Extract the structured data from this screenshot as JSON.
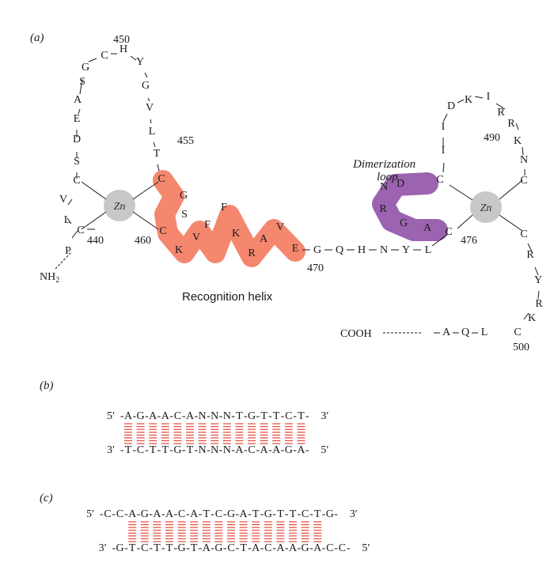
{
  "panels": {
    "a": "(a)",
    "b": "(b)",
    "c": "(c)"
  },
  "protein": {
    "zn1": {
      "element": "Zn",
      "residues": [
        "C",
        "C",
        "C",
        "C"
      ]
    },
    "zn2": {
      "element": "Zn"
    },
    "left_loop": [
      "P",
      "C",
      "L",
      "V",
      "C",
      "S",
      "D",
      "E",
      "A",
      "S",
      "G",
      "C",
      "H",
      "Y",
      "G",
      "V",
      "L",
      "T",
      "C"
    ],
    "helix": [
      "C",
      "K",
      "V",
      "F",
      "F",
      "K",
      "R",
      "A",
      "V",
      "E"
    ],
    "helix_extra": [
      "G",
      "S"
    ],
    "linker": [
      "G",
      "Q",
      "H",
      "N",
      "Y",
      "L"
    ],
    "dimer_loop": [
      "C",
      "A",
      "G",
      "R",
      "N",
      "D"
    ],
    "right_top": [
      "C",
      "I",
      "I",
      "D",
      "K",
      "I",
      "R",
      "R",
      "K",
      "N",
      "C"
    ],
    "right_tail": [
      "C",
      "R",
      "Y",
      "R",
      "K",
      "C",
      "L",
      "Q",
      "A"
    ],
    "termini": {
      "n": "NH",
      "n_sub": "2",
      "c": "COOH"
    },
    "numbers": [
      "450",
      "455",
      "440",
      "460",
      "470",
      "476",
      "490",
      "500"
    ],
    "labels": {
      "recognition_helix": "Recognition helix",
      "dimerization_loop_1": "Dimerization",
      "dimerization_loop_2": "loop"
    }
  },
  "dna_b": {
    "top": {
      "prime_left": "5′",
      "prime_right": "3′",
      "left": [
        "A",
        "G",
        "A",
        "A",
        "C",
        "A"
      ],
      "mid": [
        "N",
        "N",
        "N"
      ],
      "right": [
        "T",
        "G",
        "T",
        "T",
        "C",
        "T"
      ]
    },
    "bottom": {
      "prime_left": "3′",
      "prime_right": "5′",
      "left": [
        "T",
        "C",
        "T",
        "T",
        "G",
        "T"
      ],
      "mid": [
        "N",
        "N",
        "N"
      ],
      "right": [
        "A",
        "C",
        "A",
        "A",
        "G",
        "A"
      ]
    }
  },
  "dna_c": {
    "top": {
      "prime_left": "5′",
      "prime_right": "3′",
      "flank_left": [
        "C",
        "C"
      ],
      "left": [
        "A",
        "G",
        "A",
        "A",
        "C",
        "A"
      ],
      "mid": [
        "T",
        "C",
        "G",
        "A"
      ],
      "right": [
        "T",
        "G",
        "T",
        "T",
        "C",
        "T"
      ],
      "flank_right": [
        "G"
      ]
    },
    "bottom": {
      "prime_left": "3′",
      "prime_right": "5′",
      "flank_left": [
        "G"
      ],
      "left": [
        "T",
        "C",
        "T",
        "T",
        "G",
        "T"
      ],
      "mid": [
        "A",
        "G",
        "C",
        "T"
      ],
      "right": [
        "A",
        "C",
        "A",
        "A",
        "G",
        "A"
      ],
      "flank_right": [
        "C",
        "C"
      ]
    }
  },
  "colors": {
    "helix": "#f4876e",
    "dimer": "#9b63b0",
    "zinc": "#c8c8c8",
    "orange_base": "#e58a2c",
    "blue_base": "#3f86d6",
    "pair": "#e4463a"
  }
}
